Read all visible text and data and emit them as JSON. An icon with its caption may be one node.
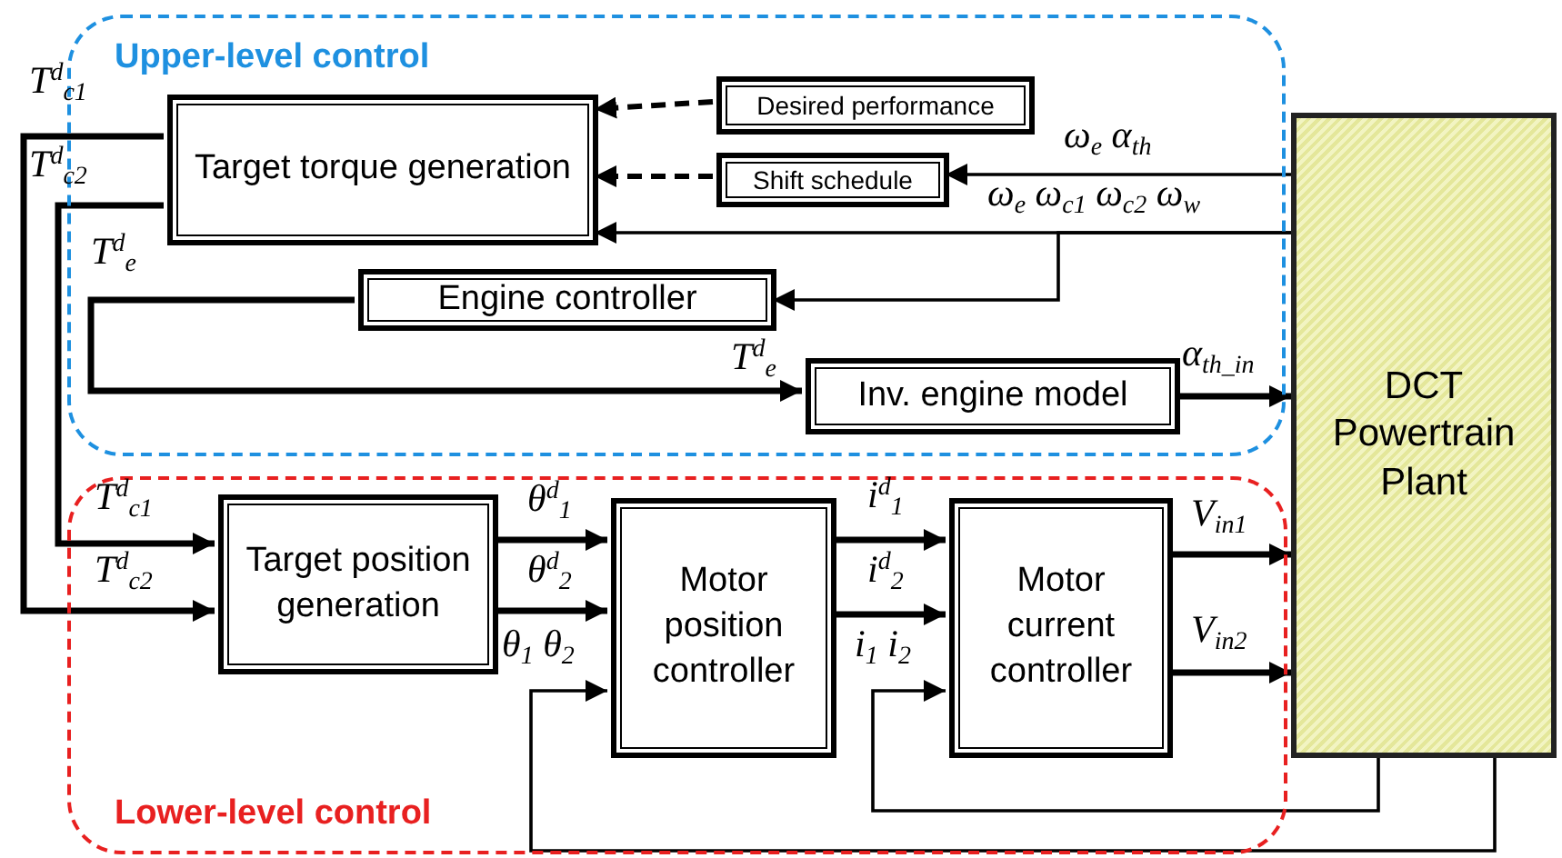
{
  "diagram": {
    "nodes": [
      {
        "text": [
          "Upper-level control"
        ]
      },
      {
        "text": [
          "Target torque generation"
        ],
        "in": 0
      },
      {
        "text": [
          "Desired performance"
        ],
        "in": 0
      },
      {
        "text": [
          "Shift schedule"
        ],
        "in": 0
      },
      {
        "text": [
          "Engine controller"
        ],
        "in": 0
      },
      {
        "text": [
          "Inv. engine model"
        ],
        "in": 0
      },
      {
        "text": [
          "Lower-level control"
        ]
      },
      {
        "text": [
          "Target position generation"
        ],
        "in": 6
      },
      {
        "text": [
          "Motor position controller"
        ],
        "in": 6
      },
      {
        "text": [
          "Motor current controller"
        ],
        "in": 6
      },
      {
        "text": [
          "DCT Powertrain Plant"
        ]
      }
    ],
    "edges": [
      {
        "from": 2,
        "to": 1,
        "arrow": "to",
        "style": "dashed"
      },
      {
        "from": 3,
        "to": 1,
        "arrow": "to",
        "style": "dashed"
      },
      {
        "from": 10,
        "to": 3,
        "arrow": "to",
        "label": "ω$_{e}$ α$_{th}$"
      },
      {
        "from": 10,
        "to": 1,
        "arrow": "to",
        "label": "ω$_{e}$ ω$_{c1}$ ω$_{c2}$ ω$_{w}$"
      },
      {
        "from": 10,
        "to": 4,
        "arrow": "to"
      },
      {
        "from": 4,
        "to": 5,
        "arrow": "to",
        "label": "T$^{d}$$_{e}$"
      },
      {
        "from": 5,
        "to": 10,
        "arrow": "to",
        "label": "α$_{th_in}$"
      },
      {
        "from": 1,
        "to": 7,
        "arrow": "to"
      },
      {
        "from": 1,
        "to": 7,
        "arrow": "to"
      },
      {
        "from": 7,
        "to": 8,
        "arrow": "to",
        "label": "θ$^{d}$$_{1}$"
      },
      {
        "from": 7,
        "to": 8,
        "arrow": "to",
        "label": "θ$^{d}$$_{2}$"
      },
      {
        "from": 8,
        "to": 9,
        "arrow": "to",
        "label": "i$^{d}$$_{1}$"
      },
      {
        "from": 8,
        "to": 9,
        "arrow": "to",
        "label": "i$^{d}$$_{2}$"
      },
      {
        "from": 9,
        "to": 10,
        "arrow": "to",
        "label": "V$_{in1}$"
      },
      {
        "from": 9,
        "to": 10,
        "arrow": "to",
        "label": "V$_{in2}$"
      },
      {
        "from": 10,
        "to": 8,
        "arrow": "to",
        "label": "θ$_{1}$ θ$_{2}$"
      },
      {
        "from": 10,
        "to": 9,
        "arrow": "to",
        "label": "i$_{1}$ i$_{2}$"
      }
    ],
    "labels": [
      "T$^{d}$$_{c1}$",
      "T$^{d}$$_{c2}$",
      "T$^{d}$$_{e}$",
      "T$^{d}$$_{c1}$",
      "T$^{d}$$_{c2}$"
    ]
  }
}
